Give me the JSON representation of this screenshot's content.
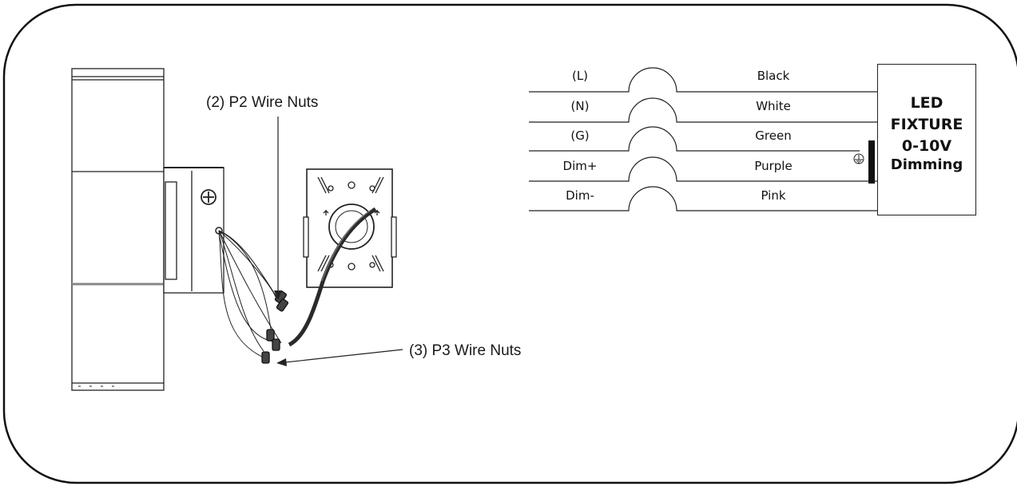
{
  "callouts": {
    "p2": "(2) P2 Wire Nuts",
    "p3": "(3) P3 Wire Nuts"
  },
  "wiring": [
    {
      "source": "(L)",
      "wire": "Black"
    },
    {
      "source": "(N)",
      "wire": "White"
    },
    {
      "source": "(G)",
      "wire": "Green"
    },
    {
      "source": "Dim+",
      "wire": "Purple"
    },
    {
      "source": "Dim-",
      "wire": "Pink"
    }
  ],
  "fixture": {
    "line1": "LED",
    "line2": "FIXTURE",
    "line3": "0-10V",
    "line4": "Dimming"
  },
  "icons": {
    "ground": "ground-symbol-icon",
    "screw": "screw-plus-icon"
  },
  "colors": {
    "line": "#1a1a1a",
    "background": "#ffffff"
  }
}
